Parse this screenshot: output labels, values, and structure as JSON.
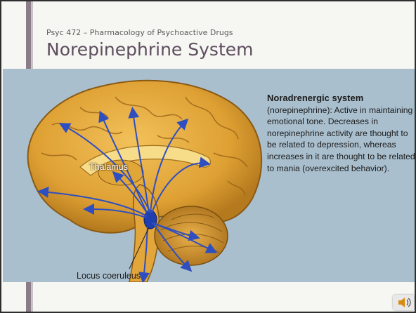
{
  "slide": {
    "course_subtitle": "Psyc 472 – Pharmacology of Psychoactive Drugs",
    "title": "Norepinephrine System"
  },
  "figure": {
    "caption_heading": "Noradrenergic system",
    "caption_body": "(norepinephrine): Active in maintaining emotional tone. Decreases in norepinephrine activity are thought to be related to depression, whereas increases in it are thought to be related to mania (overexcited behavior).",
    "label_thalamus": "Thalamus",
    "label_locus": "Locus coeruleus"
  },
  "colors": {
    "title": "#5e4e5e",
    "accent_bar": "#8b7d87",
    "brain": "#e3a63a",
    "pathway_arrows": "#2f4fc0",
    "background_figure": "#a9bfce"
  },
  "icons": {
    "audio": "speaker-icon"
  }
}
